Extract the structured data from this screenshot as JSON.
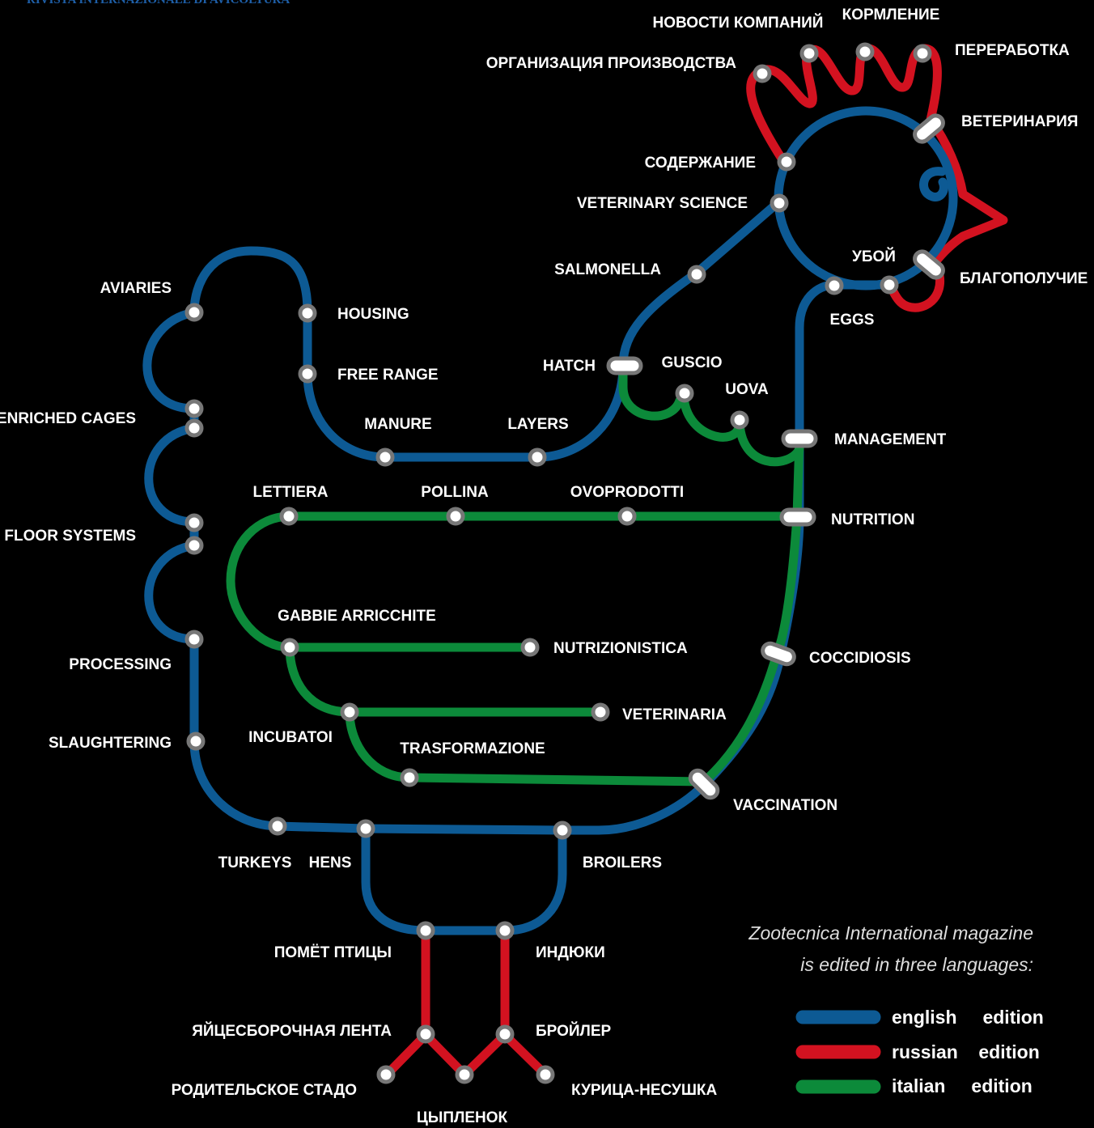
{
  "header_clip": "RIVISTA INTERNAZIONALE DI AVICOLTURA",
  "colors": {
    "english": "#0d5a94",
    "russian": "#d31220",
    "italian": "#0c8a3a",
    "stop_ring": "#777777"
  },
  "stations": {
    "novosti": "НОВОСТИ КОМПАНИЙ",
    "kormlenie": "КОРМЛЕНИЕ",
    "pererabotka": "ПЕРЕРАБОТКА",
    "organizatsiya": "ОРГАНИЗАЦИЯ ПРОИЗВОДСТВА",
    "veterinariya": "ВЕТЕРИНАРИЯ",
    "soderzhanie": "СОДЕРЖАНИЕ",
    "veterinary_science": "VETERINARY SCIENCE",
    "salmonella": "SALMONELLA",
    "uboy": "УБОЙ",
    "blagopoluchie": "БЛАГОПОЛУЧИЕ",
    "eggs": "EGGS",
    "aviaries": "AVIARIES",
    "housing": "HOUSING",
    "free_range": "FREE RANGE",
    "hatch": "HATCH",
    "guscio": "GUSCIO",
    "uova": "UOVA",
    "enriched_cages": "ENRICHED CAGES",
    "manure": "MANURE",
    "layers": "LAYERS",
    "management": "MANAGEMENT",
    "lettiera": "LETTIERA",
    "pollina": "POLLINA",
    "ovoprodotti": "OVOPRODOTTI",
    "nutrition": "NUTRITION",
    "floor_systems": "FLOOR SYSTEMS",
    "gabbie": "GABBIE ARRICCHITE",
    "nutrizionistica": "NUTRIZIONISTICA",
    "coccidiosis": "COCCIDIOSIS",
    "processing": "PROCESSING",
    "veterinaria_it": "VETERINARIA",
    "incubatoi": "INCUBATOI",
    "slaughtering": "SLAUGHTERING",
    "trasformazione": "TRASFORMAZIONE",
    "vaccination": "VACCINATION",
    "turkeys": "TURKEYS",
    "hens": "HENS",
    "broilers": "BROILERS",
    "pomet": "ПОМЁТ ПТИЦЫ",
    "indyuki": "ИНДЮКИ",
    "yaytsesbor": "ЯЙЦЕСБОРОЧНАЯ ЛЕНТА",
    "broyler": "БРОЙЛЕР",
    "roditelskoe": "РОДИТЕЛЬСКОЕ СТАДО",
    "kuritsa": "КУРИЦА-НЕСУШКА",
    "tsyplenok": "ЦЫПЛЕНОК"
  },
  "legend": {
    "note_line1": "Zootecnica International magazine",
    "note_line2": "is edited in three languages:",
    "items": [
      {
        "label": "english     edition",
        "color": "#0d5a94"
      },
      {
        "label": "russian    edition",
        "color": "#d31220"
      },
      {
        "label": "italian     edition",
        "color": "#0c8a3a"
      }
    ]
  }
}
